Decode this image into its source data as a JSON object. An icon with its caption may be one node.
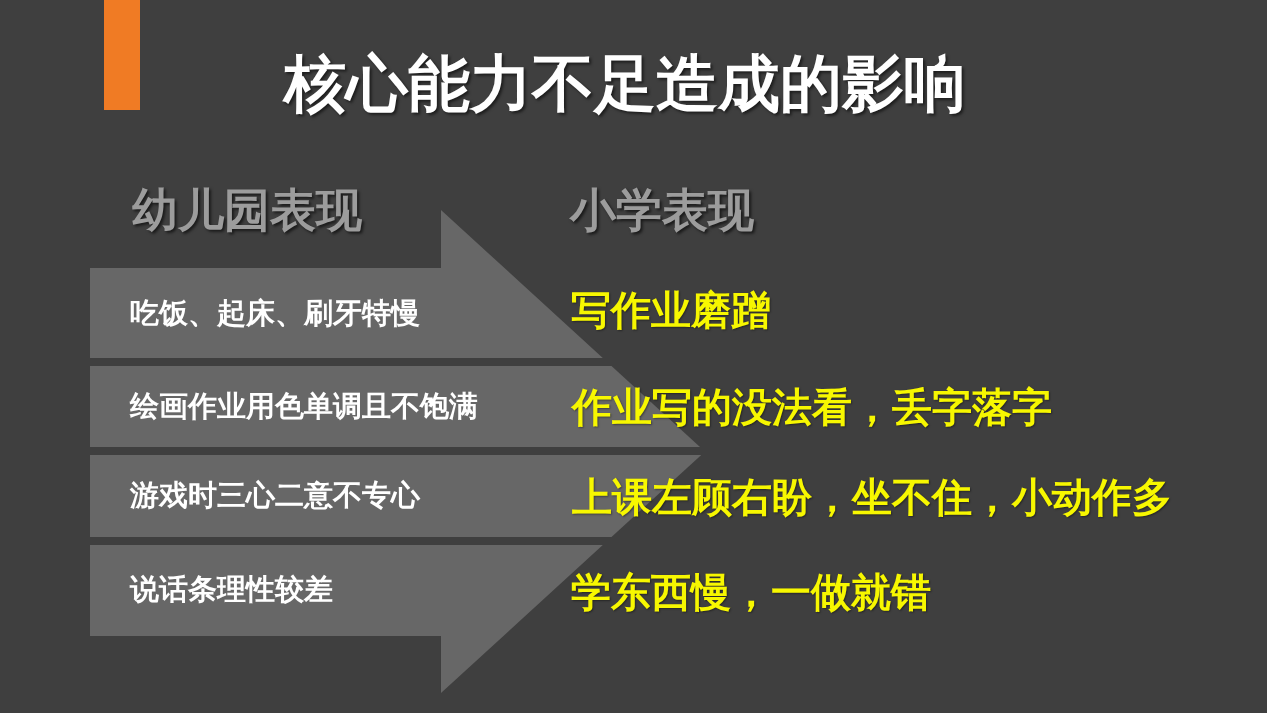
{
  "diagram": {
    "title": "核心能力不足造成的影响",
    "nodes": [
      {
        "text": [
          "吃饭、起床、刷牙特慢"
        ]
      },
      {
        "text": [
          "绘画作业用色单调且不饱满"
        ]
      },
      {
        "text": [
          "游戏时三心二意不专心"
        ]
      },
      {
        "text": [
          "说话条理性较差"
        ]
      }
    ],
    "labels": [
      "幼儿园表现",
      "小学表现",
      "写作业磨蹭",
      "作业写的没法看，丢字落字",
      "上课左顾右盼，坐不住，小动作多",
      "学东西慢，一做就错"
    ]
  }
}
